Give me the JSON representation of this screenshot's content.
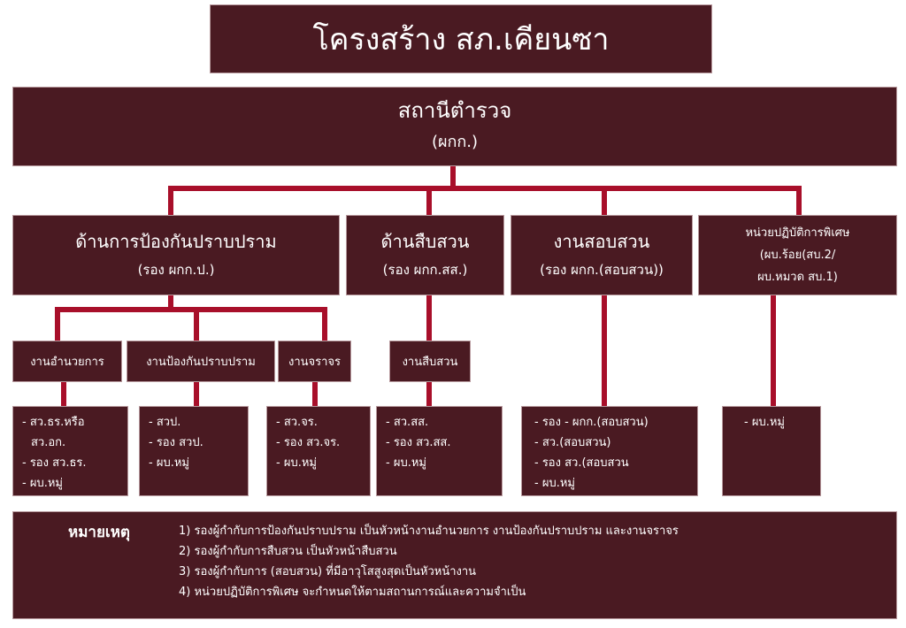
{
  "title": "โครงสร้าง สภ.เคียนซา",
  "station": {
    "name": "สถานีตำรวจ",
    "head": "(ผกก.)"
  },
  "divisions": [
    {
      "name": "ด้านการป้องกันปราบปราม",
      "head": "(รอง ผกก.ป.)"
    },
    {
      "name": "ด้านสืบสวน",
      "head": "(รอง ผกก.สส.)"
    },
    {
      "name": "งานสอบสวน",
      "head": "(รอง ผกก.(สอบสวน))"
    },
    {
      "name": "หน่วยปฏิบัติการพิเศษ",
      "head": "(ผบ.ร้อย(สบ.2/",
      "head2": "ผบ.หมวด สบ.1)"
    }
  ],
  "units": [
    "งานอำนวยการ",
    "งานป้องกันปราบปราม",
    "งานจราจร",
    "งานสืบสวน"
  ],
  "staff": [
    [
      "- สว.ธร.หรือ",
      "  สว.อก.",
      "- รอง สว.ธร.",
      "- ผบ.หมู่"
    ],
    [
      "- สวป.",
      "- รอง สวป.",
      "- ผบ.หมู่"
    ],
    [
      "- สว.จร.",
      "- รอง สว.จร.",
      "- ผบ.หมู่"
    ],
    [
      "- สว.สส.",
      "- รอง สว.สส.",
      "- ผบ.หมู่"
    ],
    [
      "- รอง - ผกก.(สอบสวน)",
      "- สว.(สอบสวน)",
      "- รอง สว.(สอบสวน",
      "- ผบ.หมู่"
    ],
    [
      "- ผบ.หมู่"
    ]
  ],
  "notes": {
    "label": "หมายเหตุ",
    "items": [
      "1) รองผู้กำกับการป้องกันปราบปราม เป็นหัวหน้างานอำนวยการ งานป้องกันปราบปราม และงานจราจร",
      "2) รองผู้กำกับการสืบสวน เป็นหัวหน้าสืบสวน",
      "3) รองผู้กำกับการ (สอบสวน) ที่มีอาวุโสสูงสุดเป็นหัวหน้างาน",
      "4) หน่วยปฏิบัติการพิเศษ จะกำหนดให้ตามสถานการณ์และความจำเป็น"
    ]
  },
  "colors": {
    "box": "#4a1a22",
    "line": "#a80f2a"
  }
}
